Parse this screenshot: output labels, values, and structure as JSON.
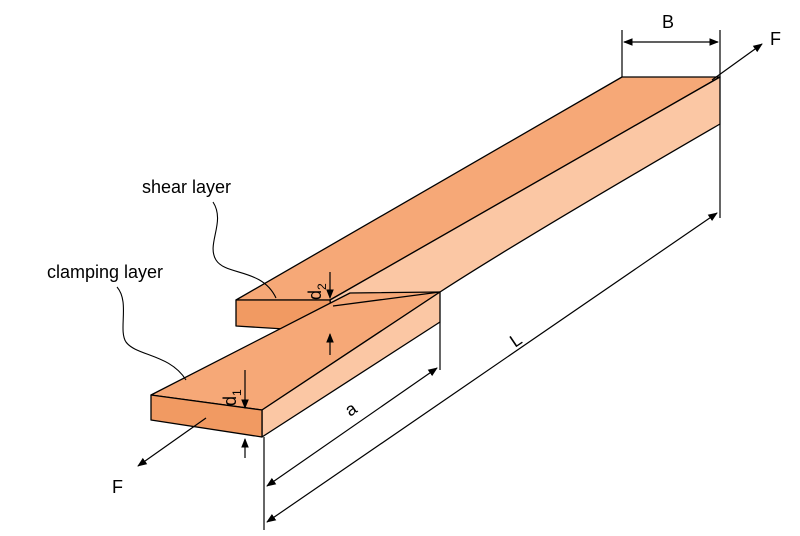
{
  "labels": {
    "shear_layer": "shear layer",
    "clamping_layer": "clamping layer",
    "width": "B",
    "length": "L",
    "overlap": "a",
    "force_top": "F",
    "force_bottom": "F",
    "thickness_top_base": "d",
    "thickness_top_sub": "2",
    "thickness_bottom_base": "d",
    "thickness_bottom_sub": "1"
  },
  "colors": {
    "top_face": "#f6a877",
    "side_face": "#fbc7a4",
    "front_face": "#f19a62",
    "outline": "#000000"
  }
}
